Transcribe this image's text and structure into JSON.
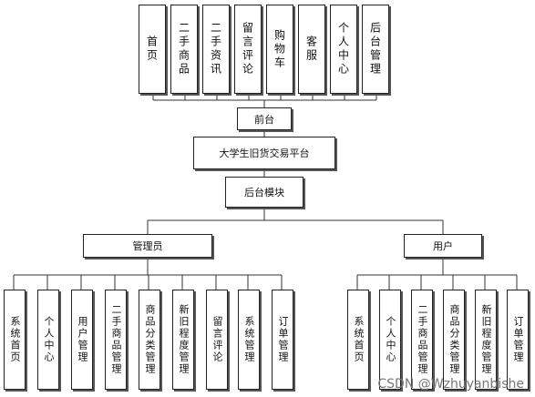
{
  "top_row": [
    "首页",
    "二手商品",
    "二手资讯",
    "留言评论",
    "购物车",
    "客服",
    "个人中心",
    "后台管理"
  ],
  "front_label": "前台",
  "platform_label": "大学生旧货交易平台",
  "backend_label": "后台模块",
  "admin_label": "管理员",
  "user_label": "用户",
  "admin_children": [
    "系统首页",
    "个人中心",
    "用户管理",
    "二手商品管理",
    "商品分类管理",
    "新旧程度管理",
    "留言评论",
    "系统管理",
    "订单管理"
  ],
  "user_children": [
    "系统首页",
    "个人中心",
    "二手商品管理",
    "商品分类管理",
    "新旧程度管理",
    "订单管理"
  ],
  "watermark": "CSDN @Wzhuyanbishe"
}
